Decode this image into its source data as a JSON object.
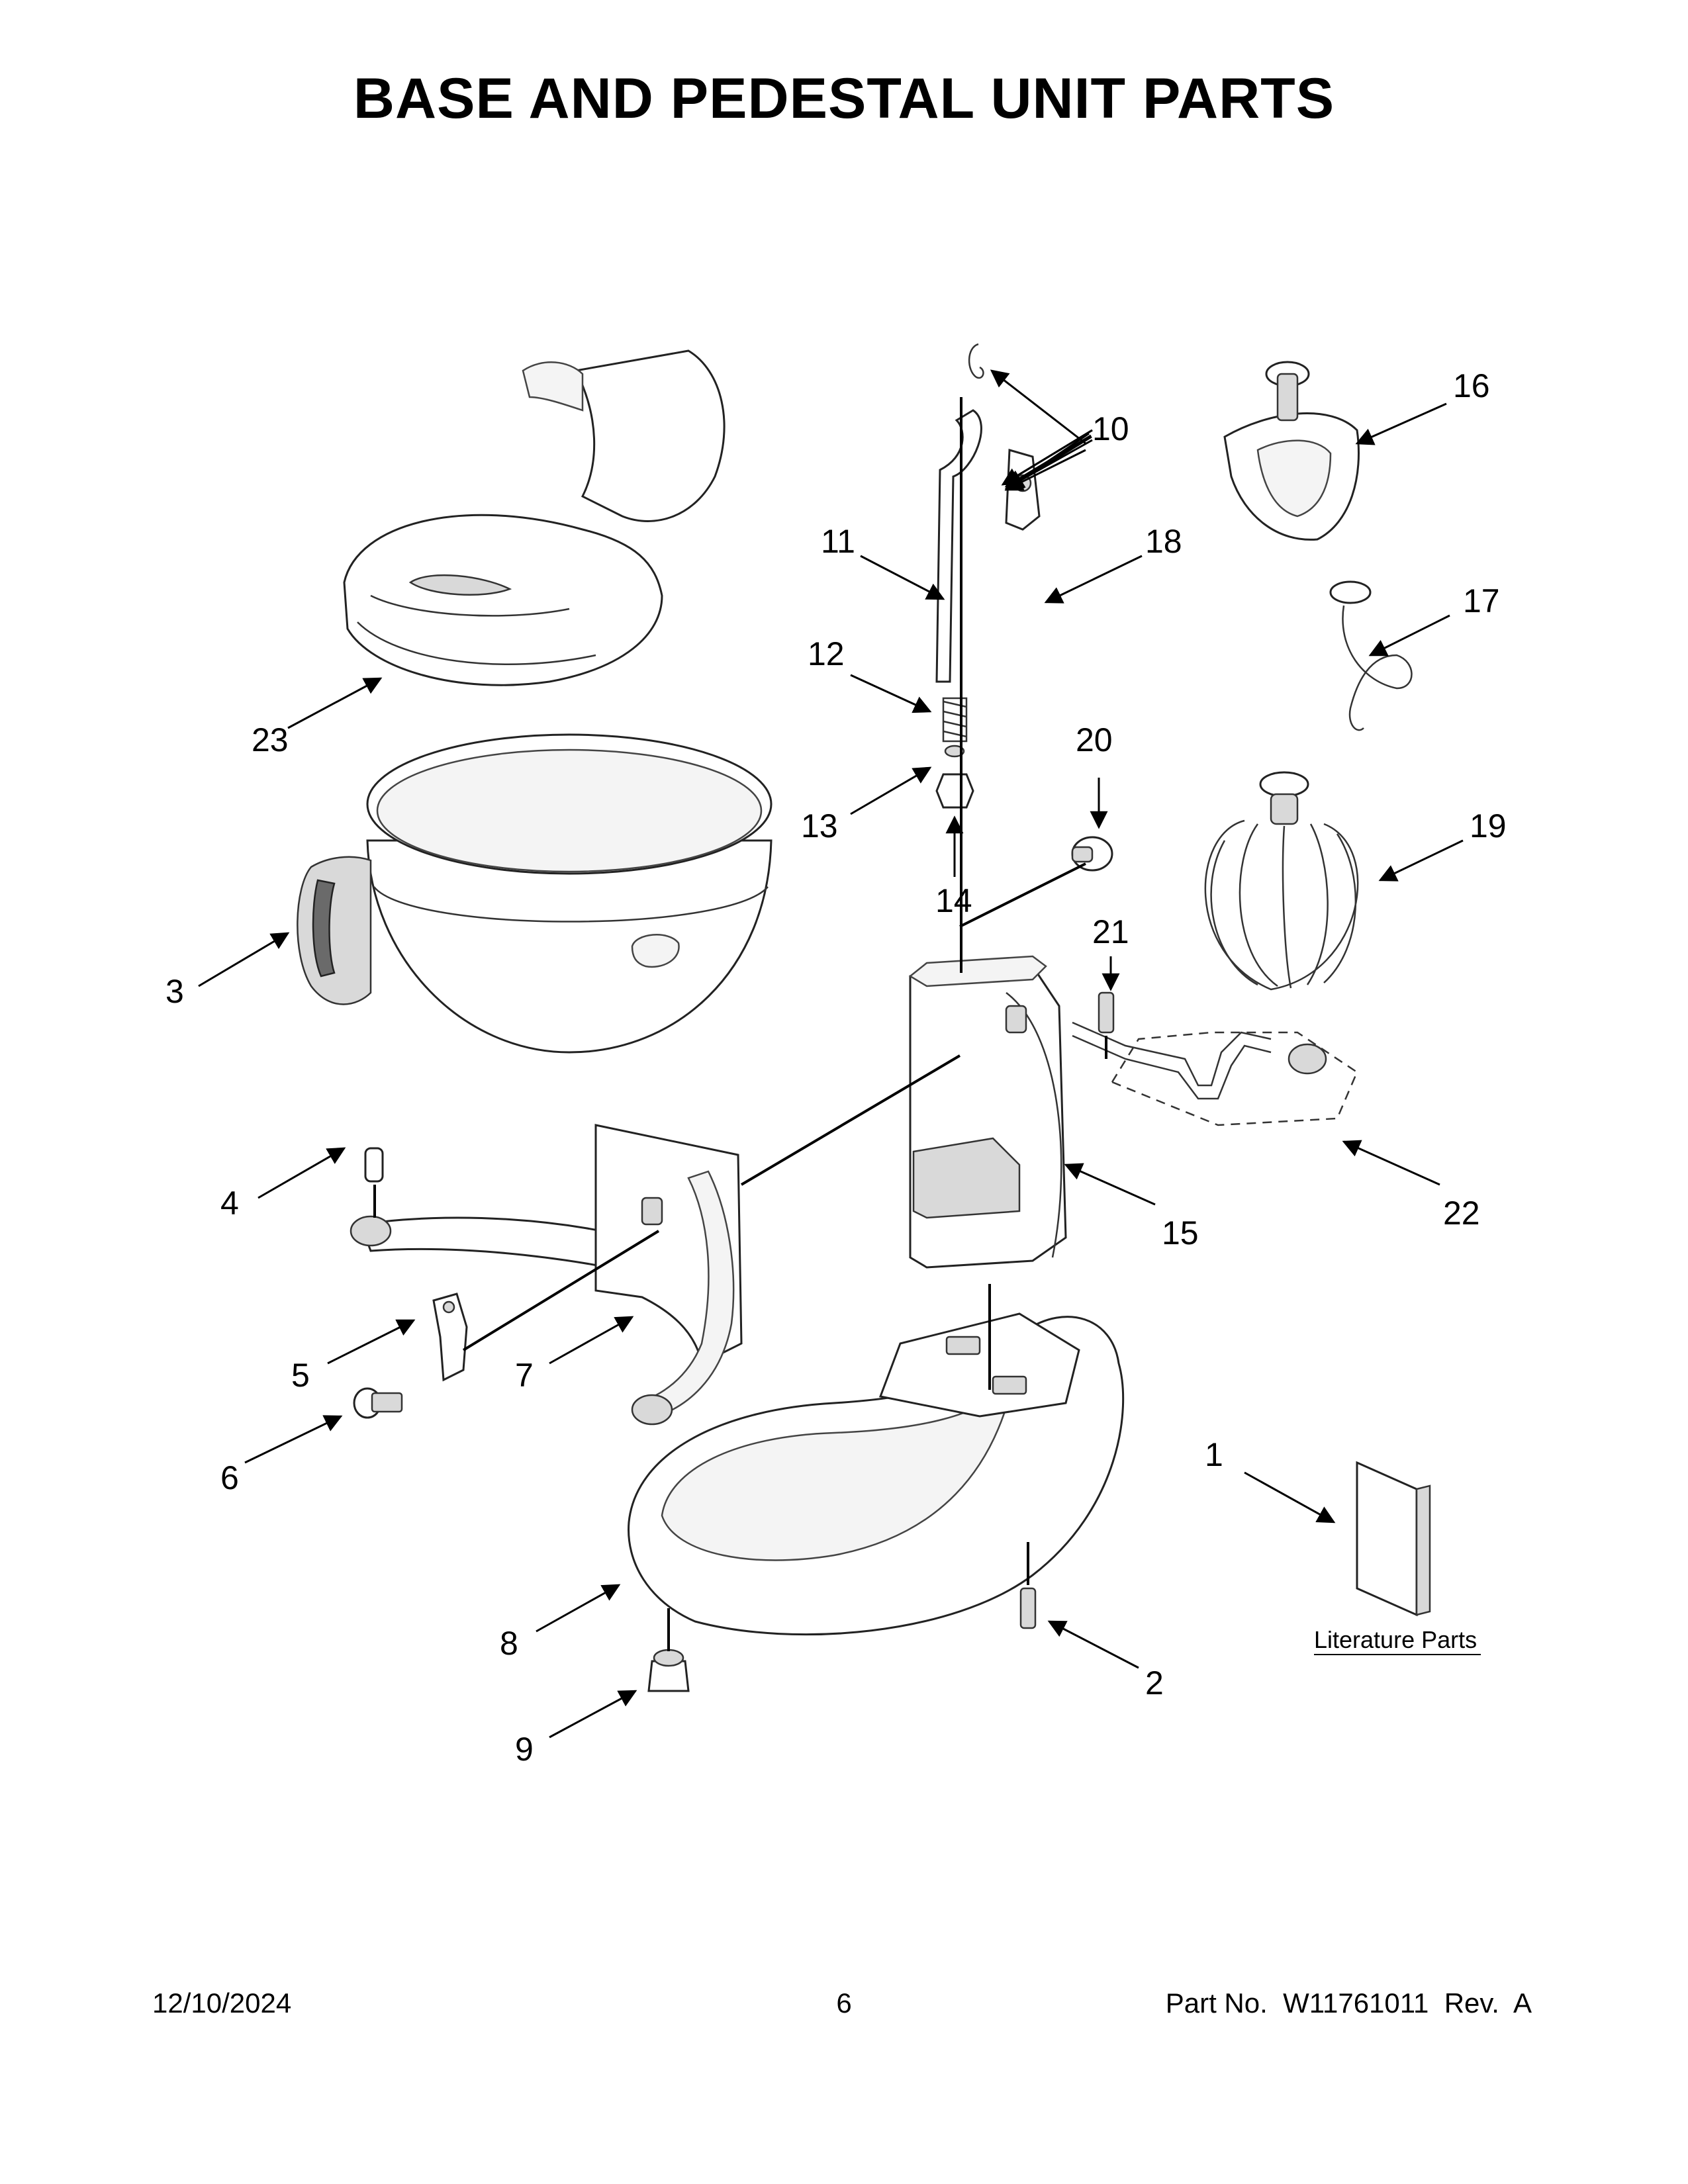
{
  "title": "BASE AND PEDESTAL UNIT PARTS",
  "callouts": {
    "c1": "1",
    "c2": "2",
    "c3": "3",
    "c4": "4",
    "c5": "5",
    "c6": "6",
    "c7": "7",
    "c8": "8",
    "c9": "9",
    "c10": "10",
    "c11": "11",
    "c12": "12",
    "c13": "13",
    "c14": "14",
    "c15": "15",
    "c16": "16",
    "c17": "17",
    "c18": "18",
    "c19": "19",
    "c20": "20",
    "c21": "21",
    "c22": "22",
    "c23": "23"
  },
  "literature_label": "Literature Parts",
  "footer": {
    "date": "12/10/2024",
    "page": "6",
    "part": "Part No.  W11761011  Rev.  A"
  }
}
